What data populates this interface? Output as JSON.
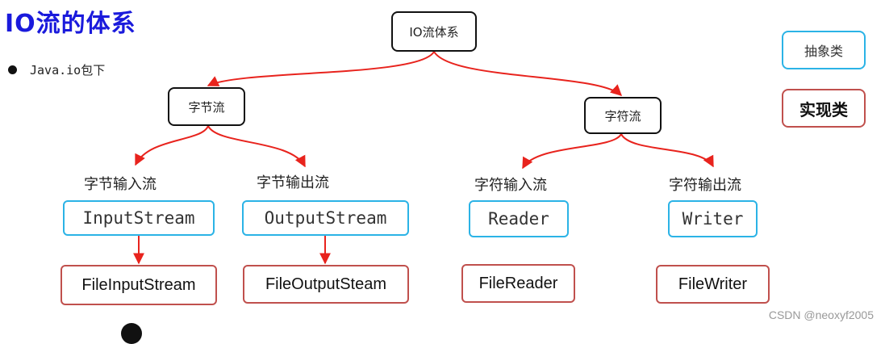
{
  "title": "IO流的体系",
  "bullet": "Java.io包下",
  "root": "IO流体系",
  "byte_stream": "字节流",
  "char_stream": "字符流",
  "labels": {
    "byte_in": "字节输入流",
    "byte_out": "字节输出流",
    "char_in": "字符输入流",
    "char_out": "字符输出流"
  },
  "abstract_classes": {
    "input_stream": "InputStream",
    "output_stream": "OutputStream",
    "reader": "Reader",
    "writer": "Writer"
  },
  "impl_classes": {
    "file_input_stream": "FileInputStream",
    "file_output_stream": "FileOutputSteam",
    "file_reader": "FileReader",
    "file_writer": "FileWriter"
  },
  "legend": {
    "abstract": "抽象类",
    "impl": "实现类"
  },
  "watermark": "CSDN @neoxyf2005",
  "colors": {
    "arrow": "#e8231d",
    "abstract_border": "#2bb3e6",
    "impl_border": "#c0504d",
    "title": "#1a1adc"
  }
}
